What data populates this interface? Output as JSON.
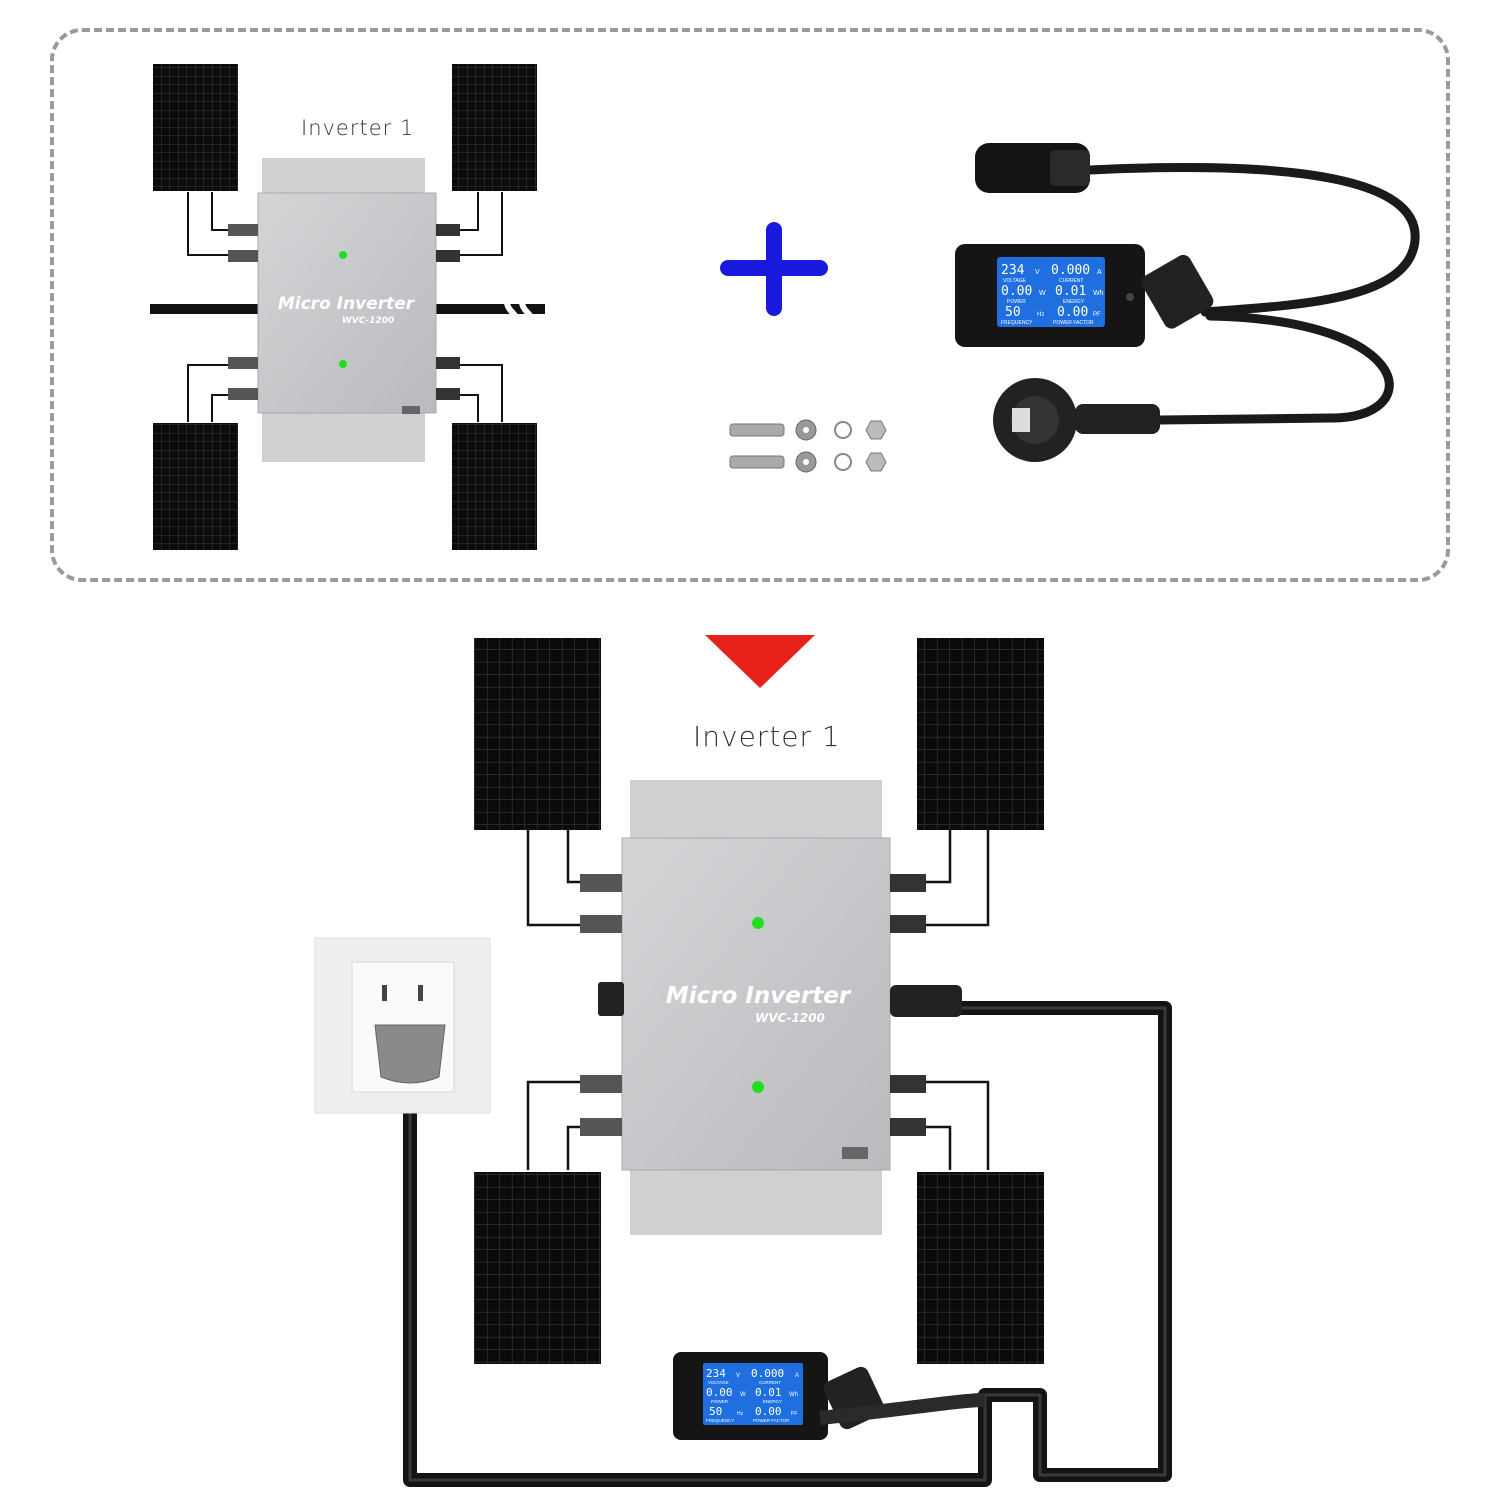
{
  "top_panel": {
    "inverter_title": "Inverter 1",
    "inverter_brand": "Micro Inverter",
    "inverter_model": "WVC-1200"
  },
  "bottom_panel": {
    "inverter_title": "Inverter 1",
    "inverter_brand": "Micro Inverter",
    "inverter_model": "WVC-1200"
  },
  "meter": {
    "voltage": "234",
    "voltage_unit": "V",
    "voltage_label": "VOLTAGE",
    "current": "0.000",
    "current_unit": "A",
    "current_label": "CURRENT",
    "power": "0.00",
    "power_unit": "W",
    "power_label": "POWER",
    "energy": "0.01",
    "energy_unit": "Wh",
    "energy_label": "ENERGY",
    "frequency": "50",
    "frequency_unit": "Hz",
    "frequency_label": "FREQUENCY",
    "power_factor": "0.00",
    "power_factor_unit": "PF",
    "power_factor_label": "POWER FACTOR"
  },
  "colors": {
    "plus_sign": "#1a1adf",
    "arrow": "#e8201a",
    "led": "#22dd22",
    "lcd": "#1f6fe0",
    "panel": "#111111",
    "inverter_body": "#c9cacc"
  },
  "icons": [
    "plus-icon",
    "down-arrow-icon",
    "solar-panel-icon",
    "inverter-icon",
    "power-meter-icon",
    "eu-plug-icon",
    "wall-socket-icon",
    "screw-kit-icon"
  ]
}
